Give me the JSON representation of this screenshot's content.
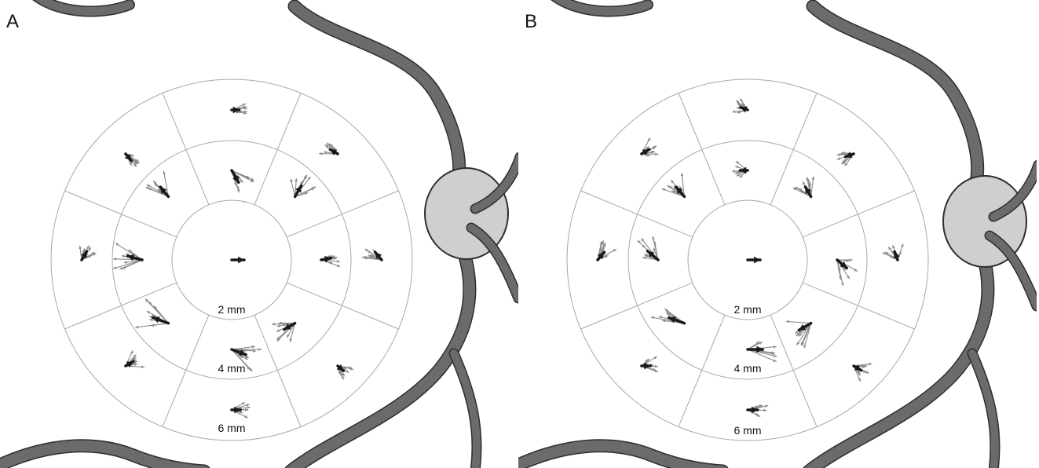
{
  "figure": {
    "panels": [
      {
        "letter": "A",
        "rings": [
          "2 mm",
          "4 mm",
          "6 mm"
        ],
        "clusters": [
          {
            "sector": "center",
            "mean_deg": 0,
            "len": 1.0,
            "spread": 0
          },
          {
            "sector": "inner-0",
            "mean_deg": -60,
            "len": 1.1,
            "spread": 40,
            "seed": 3
          },
          {
            "sector": "inner-45",
            "mean_deg": 60,
            "len": 1.0,
            "spread": 45,
            "seed": 5
          },
          {
            "sector": "inner-90",
            "mean_deg": 10,
            "len": 0.8,
            "spread": 35,
            "seed": 7
          },
          {
            "sector": "inner-135",
            "mean_deg": -150,
            "len": 1.0,
            "spread": 50,
            "seed": 11
          },
          {
            "sector": "inner-180",
            "mean_deg": -20,
            "len": 1.2,
            "spread": 35,
            "seed": 13
          },
          {
            "sector": "inner-225",
            "mean_deg": 160,
            "len": 1.3,
            "spread": 35,
            "seed": 17
          },
          {
            "sector": "inner-270",
            "mean_deg": 165,
            "len": 1.2,
            "spread": 40,
            "seed": 19
          },
          {
            "sector": "inner-315",
            "mean_deg": 130,
            "len": 1.0,
            "spread": 40,
            "seed": 23
          },
          {
            "sector": "outer-0",
            "mean_deg": 0,
            "len": 0.6,
            "spread": 30,
            "seed": 29
          },
          {
            "sector": "outer-45",
            "mean_deg": 150,
            "len": 0.7,
            "spread": 40,
            "seed": 31
          },
          {
            "sector": "outer-90",
            "mean_deg": 130,
            "len": 0.8,
            "spread": 45,
            "seed": 37
          },
          {
            "sector": "outer-135",
            "mean_deg": -40,
            "len": 0.6,
            "spread": 40,
            "seed": 41
          },
          {
            "sector": "outer-180",
            "mean_deg": 0,
            "len": 0.7,
            "spread": 35,
            "seed": 43
          },
          {
            "sector": "outer-225",
            "mean_deg": 30,
            "len": 0.7,
            "spread": 40,
            "seed": 47
          },
          {
            "sector": "outer-270",
            "mean_deg": 60,
            "len": 0.8,
            "spread": 40,
            "seed": 53
          },
          {
            "sector": "outer-315",
            "mean_deg": -50,
            "len": 0.7,
            "spread": 45,
            "seed": 59
          }
        ]
      },
      {
        "letter": "B",
        "rings": [
          "2 mm",
          "4 mm",
          "6 mm"
        ],
        "clusters": [
          {
            "sector": "center",
            "mean_deg": 0,
            "len": 1.0,
            "spread": 0
          },
          {
            "sector": "inner-0",
            "mean_deg": 180,
            "len": 0.6,
            "spread": 45,
            "seed": 61
          },
          {
            "sector": "inner-45",
            "mean_deg": 120,
            "len": 0.9,
            "spread": 45,
            "seed": 67
          },
          {
            "sector": "inner-90",
            "mean_deg": -40,
            "len": 1.0,
            "spread": 40,
            "seed": 71
          },
          {
            "sector": "inner-135",
            "mean_deg": -150,
            "len": 1.1,
            "spread": 45,
            "seed": 73
          },
          {
            "sector": "inner-180",
            "mean_deg": 0,
            "len": 1.2,
            "spread": 35,
            "seed": 79
          },
          {
            "sector": "inner-225",
            "mean_deg": 160,
            "len": 1.3,
            "spread": 35,
            "seed": 83
          },
          {
            "sector": "inner-270",
            "mean_deg": 140,
            "len": 1.1,
            "spread": 40,
            "seed": 89
          },
          {
            "sector": "inner-315",
            "mean_deg": 130,
            "len": 1.0,
            "spread": 40,
            "seed": 97
          },
          {
            "sector": "outer-0",
            "mean_deg": 160,
            "len": 0.6,
            "spread": 45,
            "seed": 101
          },
          {
            "sector": "outer-45",
            "mean_deg": -160,
            "len": 0.7,
            "spread": 45,
            "seed": 103
          },
          {
            "sector": "outer-90",
            "mean_deg": 110,
            "len": 0.7,
            "spread": 45,
            "seed": 107
          },
          {
            "sector": "outer-135",
            "mean_deg": -30,
            "len": 0.7,
            "spread": 40,
            "seed": 109
          },
          {
            "sector": "outer-180",
            "mean_deg": 0,
            "len": 0.8,
            "spread": 40,
            "seed": 113
          },
          {
            "sector": "outer-225",
            "mean_deg": 0,
            "len": 0.7,
            "spread": 45,
            "seed": 127
          },
          {
            "sector": "outer-270",
            "mean_deg": 50,
            "len": 0.8,
            "spread": 45,
            "seed": 131
          },
          {
            "sector": "outer-315",
            "mean_deg": 30,
            "len": 0.7,
            "spread": 45,
            "seed": 137
          }
        ]
      }
    ],
    "colors": {
      "vessel": "#6b6b6b",
      "vessel_edge": "#2e2e2e",
      "optic_disc": "#cfcfcf",
      "grid_line": "#a8a8a8",
      "mean_arrow": "#1a1a1a",
      "individual_arrow": "#8a8a8a"
    }
  }
}
